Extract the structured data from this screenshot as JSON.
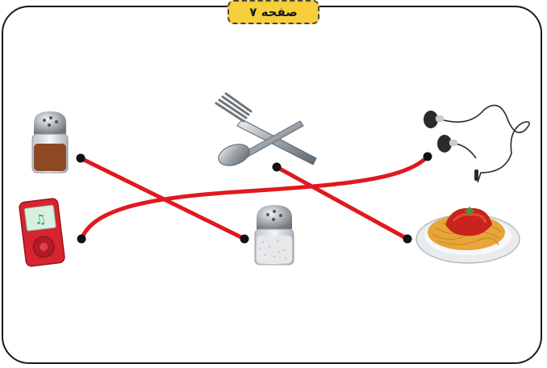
{
  "header": {
    "page_label": "صفحه ۷"
  },
  "game": {
    "type": "matching-lines",
    "line_color": "#e0191f",
    "dot_color": "#111111",
    "left_items": [
      {
        "id": "pepper-shaker",
        "icon": "pepper-shaker-icon"
      },
      {
        "id": "music-player",
        "icon": "music-player-icon"
      }
    ],
    "middle_items": [
      {
        "id": "fork-spoon",
        "icon": "fork-spoon-icon"
      },
      {
        "id": "salt-shaker",
        "icon": "salt-shaker-icon"
      }
    ],
    "right_items": [
      {
        "id": "earphones",
        "icon": "earphones-icon"
      },
      {
        "id": "spaghetti",
        "icon": "spaghetti-icon"
      }
    ],
    "connections": [
      {
        "from": "pepper-shaker",
        "to": "salt-shaker"
      },
      {
        "from": "music-player",
        "to": "earphones"
      },
      {
        "from": "fork-spoon",
        "to": "spaghetti"
      }
    ]
  }
}
